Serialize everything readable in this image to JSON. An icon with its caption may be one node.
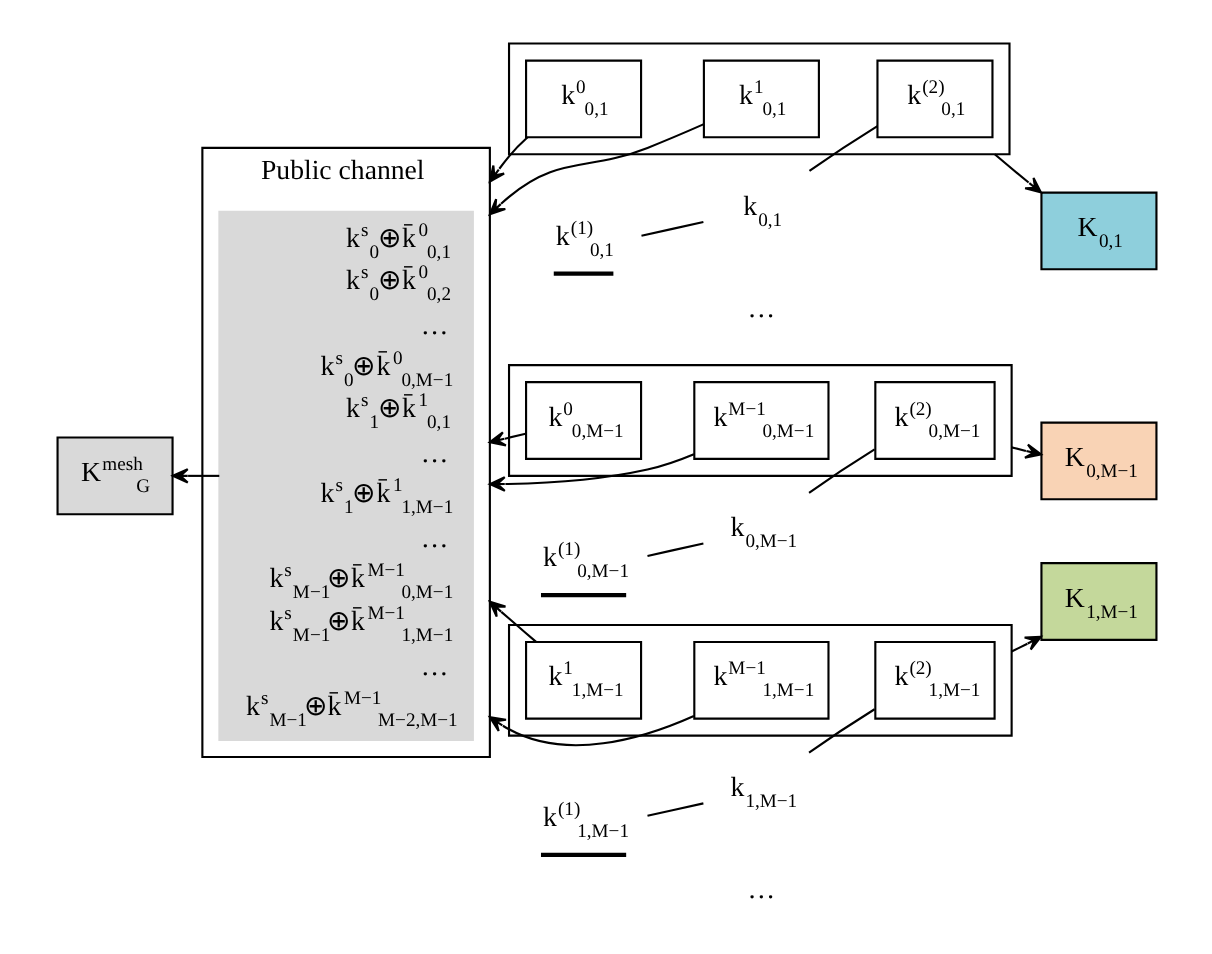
{
  "diagram": {
    "nodes": [
      {
        "text": [
          "Public channel"
        ]
      },
      {
        "text": [
          "k$^{s}$$_{0}$⊕k̄$^{0}$$_{0,1}$",
          "k$^{s}$$_{0}$⊕k̄$^{0}$$_{0,2}$",
          "…",
          "k$^{s}$$_{0}$⊕k̄$^{0}$$_{0,M−1}$",
          "k$^{s}$$_{1}$⊕k̄$^{1}$$_{0,1}$",
          "…",
          "k$^{s}$$_{1}$⊕k̄$^{1}$$_{1,M−1}$",
          "…",
          "k$^{s}$$_{M−1}$⊕k̄$^{M−1}$$_{0,M−1}$",
          "k$^{s}$$_{M−1}$⊕k̄$^{M−1}$$_{1,M−1}$",
          "…",
          "k$^{s}$$_{M−1}$⊕k̄$^{M−1}$$_{M−2,M−1}$"
        ],
        "in": 0
      },
      {
        "text": [
          "K$^{mesh}$$_{G}$"
        ]
      },
      {
        "text": [
          "k$_{0,1}$"
        ]
      },
      {
        "text": [
          "k$^{(1)}$$_{0,1}$"
        ]
      },
      {
        "text": [],
        "shape": "box"
      },
      {
        "text": [
          "k$^{0}$$_{0,1}$"
        ],
        "in": 5
      },
      {
        "text": [
          "k$^{1}$$_{0,1}$"
        ],
        "in": 5
      },
      {
        "text": [
          "k$^{(2)}$$_{0,1}$"
        ],
        "in": 5
      },
      {
        "text": [
          "K$_{0,1}$"
        ]
      },
      {
        "text": [
          "k$_{0,M−1}$"
        ]
      },
      {
        "text": [
          "k$^{(1)}$$_{0,M−1}$"
        ]
      },
      {
        "text": [],
        "shape": "box"
      },
      {
        "text": [
          "k$^{0}$$_{0,M−1}$"
        ],
        "in": 12
      },
      {
        "text": [
          "k$^{M−1}$$_{0,M−1}$"
        ],
        "in": 12
      },
      {
        "text": [
          "k$^{(2)}$$_{0,M−1}$"
        ],
        "in": 12
      },
      {
        "text": [
          "K$_{0,M−1}$"
        ]
      },
      {
        "text": [
          "k$_{1,M−1}$"
        ]
      },
      {
        "text": [
          "k$^{(1)}$$_{1,M−1}$"
        ]
      },
      {
        "text": [],
        "shape": "box"
      },
      {
        "text": [
          "k$^{1}$$_{1,M−1}$"
        ],
        "in": 19
      },
      {
        "text": [
          "k$^{M−1}$$_{1,M−1}$"
        ],
        "in": 19
      },
      {
        "text": [
          "k$^{(2)}$$_{1,M−1}$"
        ],
        "in": 19
      },
      {
        "text": [
          "K$_{1,M−1}$"
        ]
      }
    ],
    "edges": [
      {
        "from": 1,
        "to": 2,
        "arrow": "to"
      },
      {
        "from": 3,
        "to": 4,
        "arrow": "none"
      },
      {
        "from": 3,
        "to": 8,
        "arrow": "none"
      },
      {
        "from": 6,
        "to": 0,
        "arrow": "to"
      },
      {
        "from": 7,
        "to": 0,
        "arrow": "to"
      },
      {
        "from": 5,
        "to": 9,
        "arrow": "to"
      },
      {
        "from": 10,
        "to": 11,
        "arrow": "none"
      },
      {
        "from": 10,
        "to": 15,
        "arrow": "none"
      },
      {
        "from": 13,
        "to": 0,
        "arrow": "to"
      },
      {
        "from": 14,
        "to": 0,
        "arrow": "to"
      },
      {
        "from": 12,
        "to": 16,
        "arrow": "to"
      },
      {
        "from": 17,
        "to": 18,
        "arrow": "none"
      },
      {
        "from": 17,
        "to": 22,
        "arrow": "none"
      },
      {
        "from": 20,
        "to": 0,
        "arrow": "to"
      },
      {
        "from": 21,
        "to": 0,
        "arrow": "to"
      },
      {
        "from": 19,
        "to": 23,
        "arrow": "to"
      }
    ],
    "labels": [
      "…",
      "…"
    ]
  }
}
